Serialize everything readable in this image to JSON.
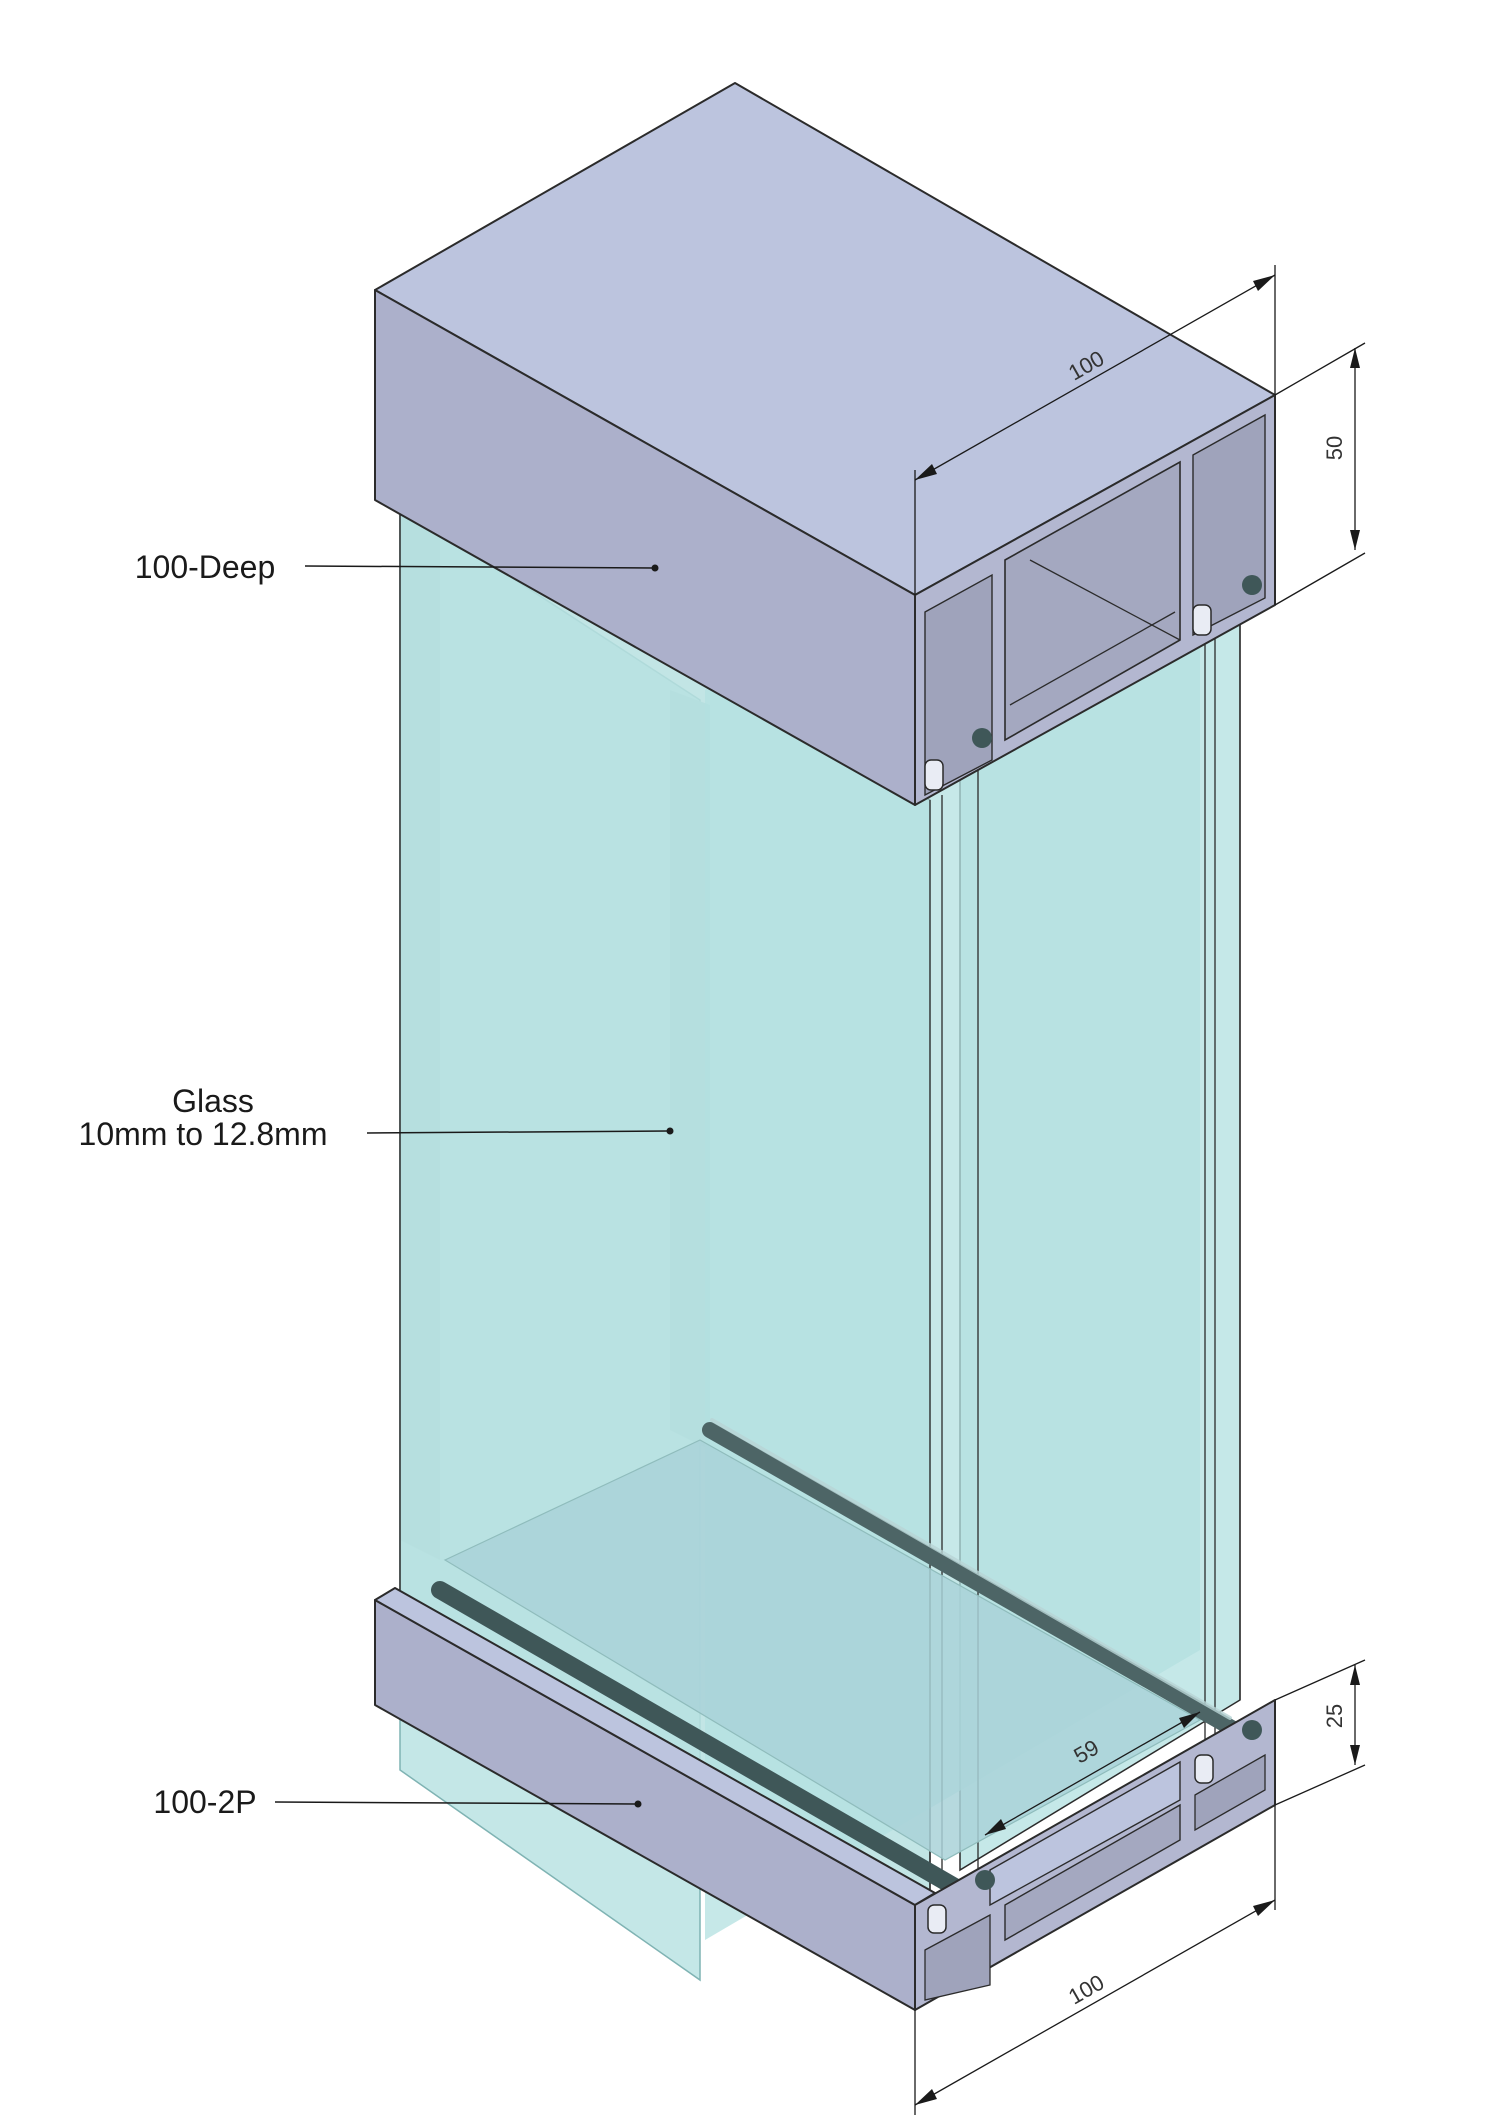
{
  "labels": {
    "top_profile": "100-Deep",
    "glass_title": "Glass",
    "glass_spec": "10mm to 12.8mm",
    "bottom_profile": "100-2P"
  },
  "dimensions": {
    "top_width": "100",
    "top_height": "50",
    "glass_gap": "59",
    "bottom_height": "25",
    "bottom_width": "100"
  },
  "colors": {
    "profile_top_face": "#bcc4de",
    "profile_side_face": "#acb0cb",
    "profile_end_face": "#b3b7d0",
    "glass_fill": "#b4e2e2",
    "glass_edge": "#8fc5c5",
    "gasket": "#3f5758"
  }
}
